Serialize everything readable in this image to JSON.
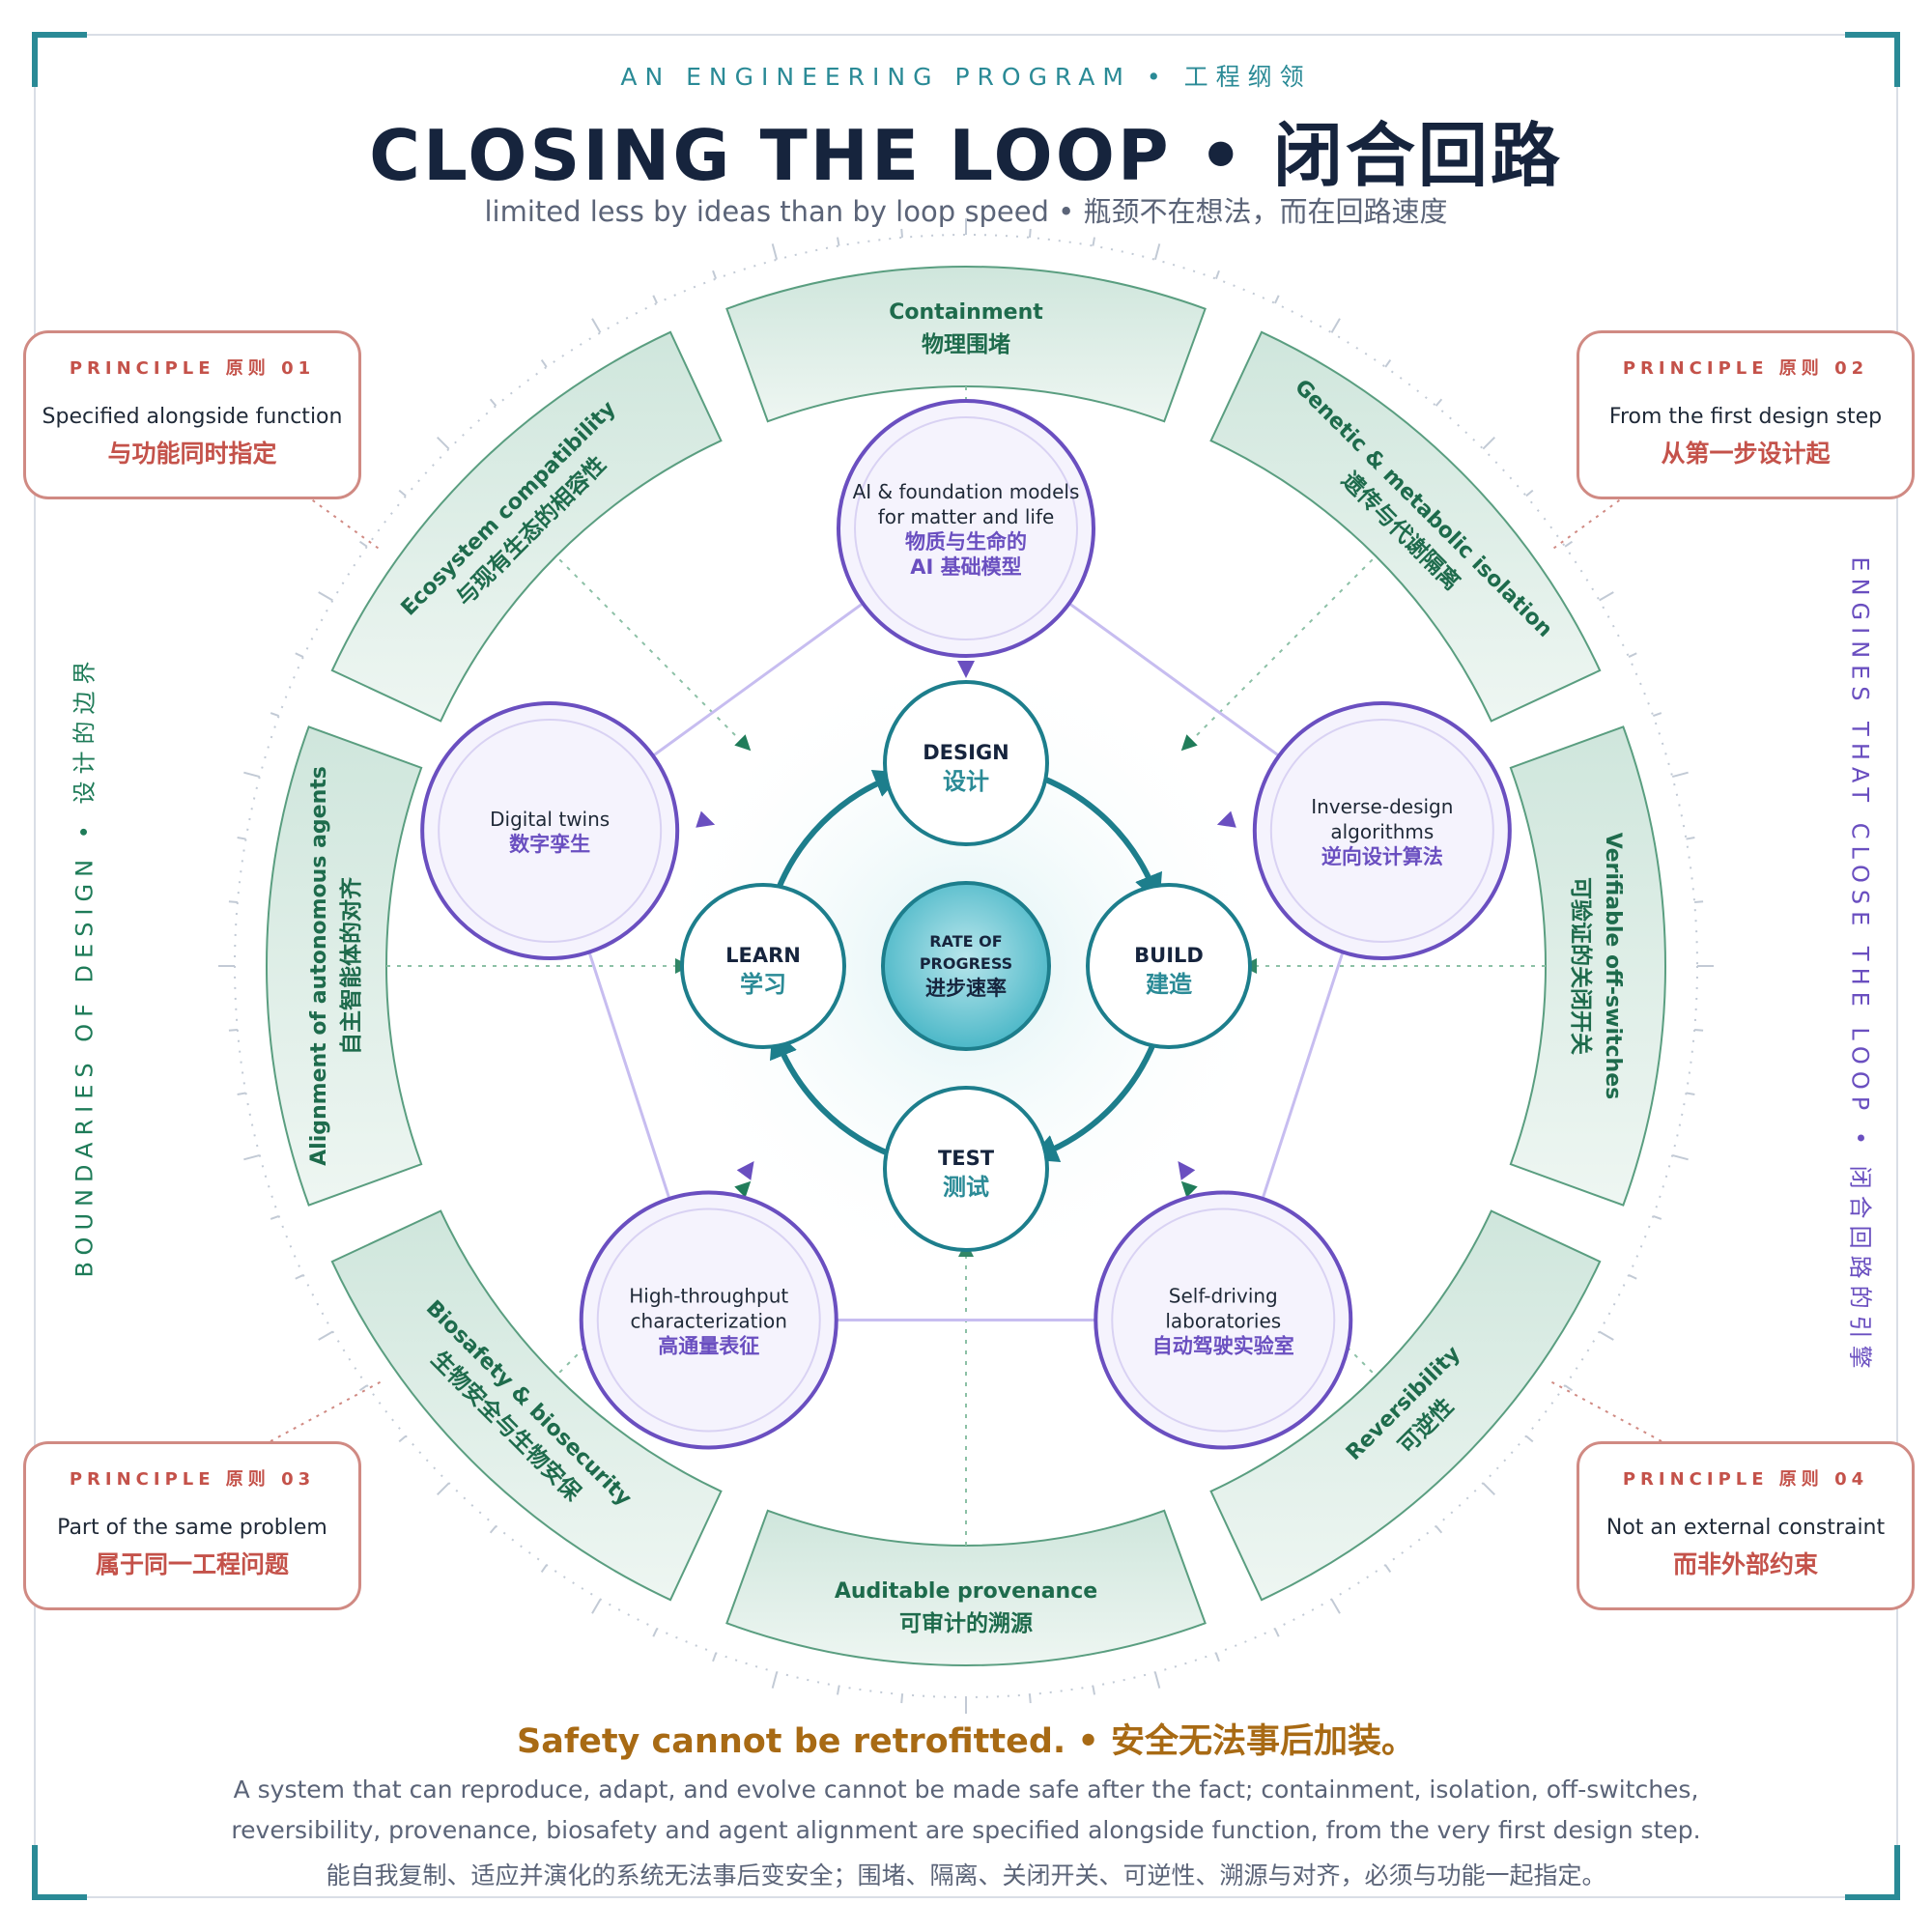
{
  "header": {
    "kicker": "AN ENGINEERING PROGRAM  •  工程纲领",
    "title": "CLOSING THE LOOP  •  闭合回路",
    "subtitle": "limited less by ideas than by loop speed  •  瓶颈不在想法，而在回路速度"
  },
  "side_labels": {
    "left": "BOUNDARIES OF DESIGN  •  设计的边界",
    "right": "ENGINES THAT CLOSE THE LOOP  •  闭合回路的引擎"
  },
  "principles": [
    {
      "tag": "PRINCIPLE 原则 01",
      "en": "Specified alongside function",
      "zh": "与功能同时指定"
    },
    {
      "tag": "PRINCIPLE 原则 02",
      "en": "From the first design step",
      "zh": "从第一步设计起"
    },
    {
      "tag": "PRINCIPLE 原则 03",
      "en": "Part of the same problem",
      "zh": "属于同一工程问题"
    },
    {
      "tag": "PRINCIPLE 原则 04",
      "en": "Not an external constraint",
      "zh": "而非外部约束"
    }
  ],
  "boundaries": [
    {
      "en": "Containment",
      "zh": "物理围堵"
    },
    {
      "en": "Genetic & metabolic isolation",
      "zh": "遗传与代谢隔离"
    },
    {
      "en": "Verifiable off-switches",
      "zh": "可验证的关闭开关"
    },
    {
      "en": "Reversibility",
      "zh": "可逆性"
    },
    {
      "en": "Auditable provenance",
      "zh": "可审计的溯源"
    },
    {
      "en": "Biosafety & biosecurity",
      "zh": "生物安全与生物安保"
    },
    {
      "en": "Alignment of autonomous agents",
      "zh": "自主智能体的对齐"
    },
    {
      "en": "Ecosystem compatibility",
      "zh": "与现有生态的相容性"
    }
  ],
  "engines": [
    {
      "en": "AI & foundation models|for matter and life",
      "zh": "物质与生命的|AI 基础模型"
    },
    {
      "en": "Inverse-design|algorithms",
      "zh": "逆向设计算法"
    },
    {
      "en": "Self-driving|laboratories",
      "zh": "自动驾驶实验室"
    },
    {
      "en": "High-throughput|characterization",
      "zh": "高通量表征"
    },
    {
      "en": "Digital twins",
      "zh": "数字孪生"
    }
  ],
  "loop": [
    {
      "en": "DESIGN",
      "zh": "设计"
    },
    {
      "en": "BUILD",
      "zh": "建造"
    },
    {
      "en": "TEST",
      "zh": "测试"
    },
    {
      "en": "LEARN",
      "zh": "学习"
    }
  ],
  "hub": {
    "en": "RATE OF|PROGRESS",
    "zh": "进步速率"
  },
  "footer": {
    "headline": "Safety cannot be retrofitted.  •  安全无法事后加装。",
    "line1": "A system that can reproduce, adapt, and evolve cannot be made safe after the fact; containment, isolation, off-switches,",
    "line2": "reversibility, provenance, biosafety and agent alignment are specified alongside function, from the very first design step.",
    "line3": "能自我复制、适应并演化的系统无法事后变安全；围堵、隔离、关闭开关、可逆性、溯源与对齐，必须与功能一起指定。"
  },
  "colors": {
    "navy": "#16243d",
    "teal": "#2a8a96",
    "green": "#1e6b4c",
    "purple": "#6a4fc0",
    "red": "#c4524a",
    "gold": "#a86a14",
    "slate": "#5b6478"
  }
}
